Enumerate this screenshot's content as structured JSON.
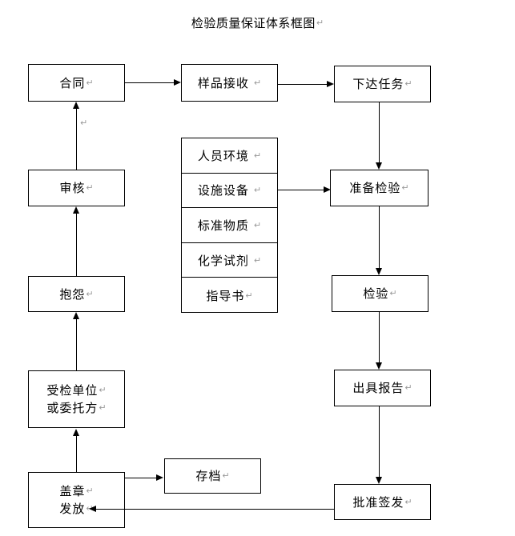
{
  "document": {
    "title": "检验质量保证体系框图",
    "title_mark": "↵",
    "stray_mark": "↵"
  },
  "nodes": {
    "contract": {
      "label": "合同",
      "mark": "↵"
    },
    "sample_receipt": {
      "label": "样品接收",
      "mark": "↵"
    },
    "assign_task": {
      "label": "下达任务",
      "mark": "↵"
    },
    "review": {
      "label": "审核",
      "mark": "↵"
    },
    "prepare_inspection": {
      "label": "准备检验",
      "mark": "↵"
    },
    "complaint": {
      "label": "抱怨",
      "mark": "↵"
    },
    "inspection": {
      "label": "检验",
      "mark": "↵"
    },
    "client": {
      "line1": "受检单位",
      "line2": "或委托方",
      "mark": "↵"
    },
    "issue_report": {
      "label": "出具报告",
      "mark": "↵"
    },
    "stamp_issue": {
      "line1": "盖章",
      "line2": "发放",
      "mark": "↵"
    },
    "archive": {
      "label": "存档",
      "mark": "↵"
    },
    "approve_sign": {
      "label": "批准签发",
      "mark": "↵"
    }
  },
  "resources": {
    "items": [
      {
        "label": "人员环境",
        "mark": "↵"
      },
      {
        "label": "设施设备",
        "mark": "↵"
      },
      {
        "label": "标准物质",
        "mark": "↵"
      },
      {
        "label": "化学试剂",
        "mark": "↵"
      },
      {
        "label": "指导书",
        "mark": "↵"
      }
    ]
  },
  "style": {
    "line_color": "#000000",
    "box_fill": "#ffffff",
    "mark_color": "#9a9a9a"
  }
}
